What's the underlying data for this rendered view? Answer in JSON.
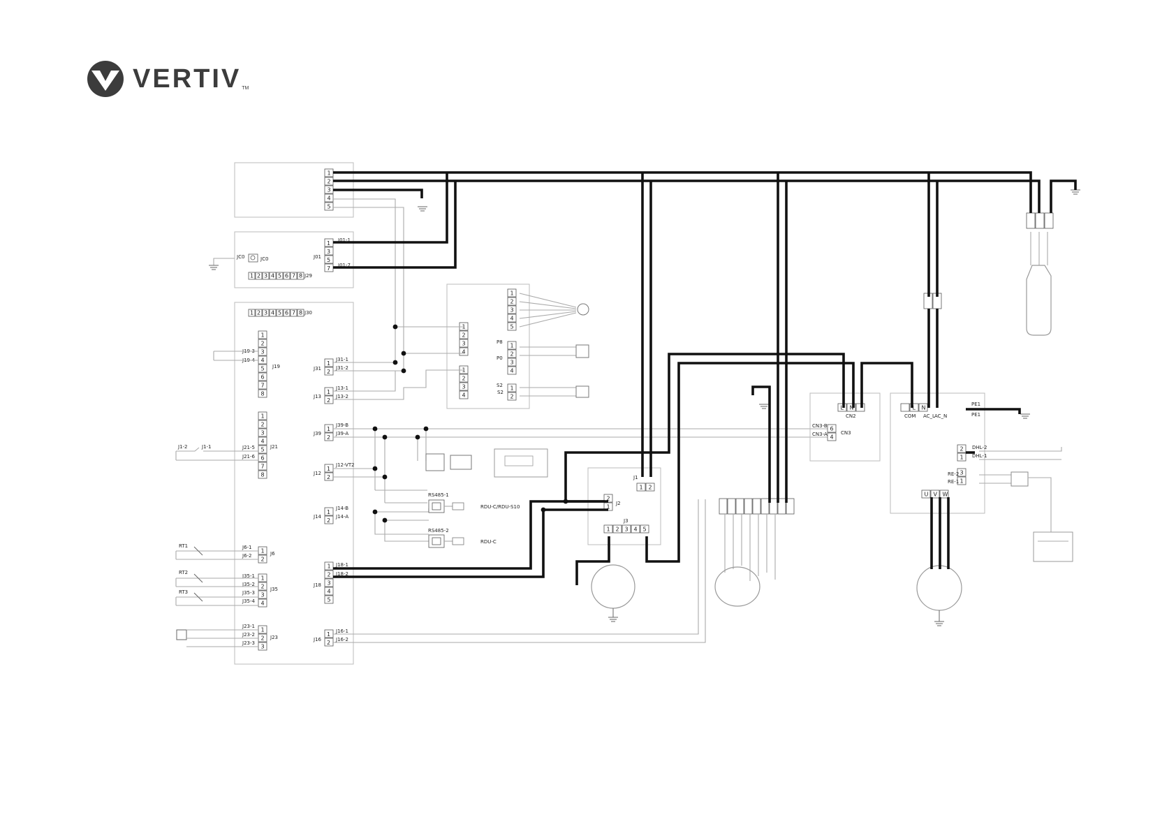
{
  "brand": {
    "name": "VERTIV",
    "tm": "TM",
    "color": "#3c3c3c"
  },
  "diagram": {
    "wire_color_power": "#111111",
    "wire_color_signal": "#aaaaaa",
    "labels": {
      "j01": "J01",
      "j01_1": "J01-1",
      "j01_7": "J01-7",
      "jc0": "JC0",
      "j29": "J29",
      "j30": "J30",
      "j19": "J19",
      "j19_3": "J19-3",
      "j19_4": "J19-4",
      "j31": "J31",
      "j31_1": "J31-1",
      "j31_2": "J31-2",
      "j13": "J13",
      "j13_1": "J13-1",
      "j13_2": "J13-2",
      "j21": "J21",
      "j21_5": "J21-5",
      "j21_6": "J21-6",
      "j1_2": "J1-2",
      "j1_1": "J1-1",
      "j39": "J39",
      "j39_b": "J39-B",
      "j39_a": "J39-A",
      "j12": "J12",
      "j12_vt2": "J12-VT2",
      "j14": "J14",
      "j14_b": "J14-B",
      "j14_a": "J14-A",
      "rs485_1": "RS485-1",
      "rs485_2": "RS485-2",
      "rdu_s10": "RDU-C/RDU-S10",
      "rdu_c": "RDU-C",
      "rt1": "RT1",
      "rt2": "RT2",
      "rt3": "RT3",
      "j6": "J6",
      "j6_1": "J6-1",
      "j6_2": "J6-2",
      "j35": "J35",
      "j35_1": "J35-1",
      "j35_2": "J35-2",
      "j35_3": "J35-3",
      "j35_4": "J35-4",
      "j18": "J18",
      "j18_1": "J18-1",
      "j18_2": "J18-2",
      "j23": "J23",
      "j23_1": "J23-1",
      "j23_2": "J23-2",
      "j23_3": "J23-3",
      "j16": "J16",
      "j16_1": "J16-1",
      "j16_2": "J16-2",
      "p0": "P0",
      "p8": "P8",
      "s2": "S2",
      "j2": "J2",
      "j3": "J3",
      "j1": "J1",
      "cn2": "CN2",
      "cn3": "CN3",
      "cn3_b": "CN3-B",
      "cn3_a": "CN3-A",
      "com": "COM",
      "ac_l": "AC_L",
      "ac_n": "AC_N",
      "pe1": "PE1",
      "dhl_2": "DHL-2",
      "dhl_1": "DHL-1",
      "re_2": "RE-2",
      "re_1": "RE-1",
      "term_l": "L",
      "term_n": "N",
      "term_u": "U",
      "term_v": "V",
      "term_w": "W"
    }
  }
}
